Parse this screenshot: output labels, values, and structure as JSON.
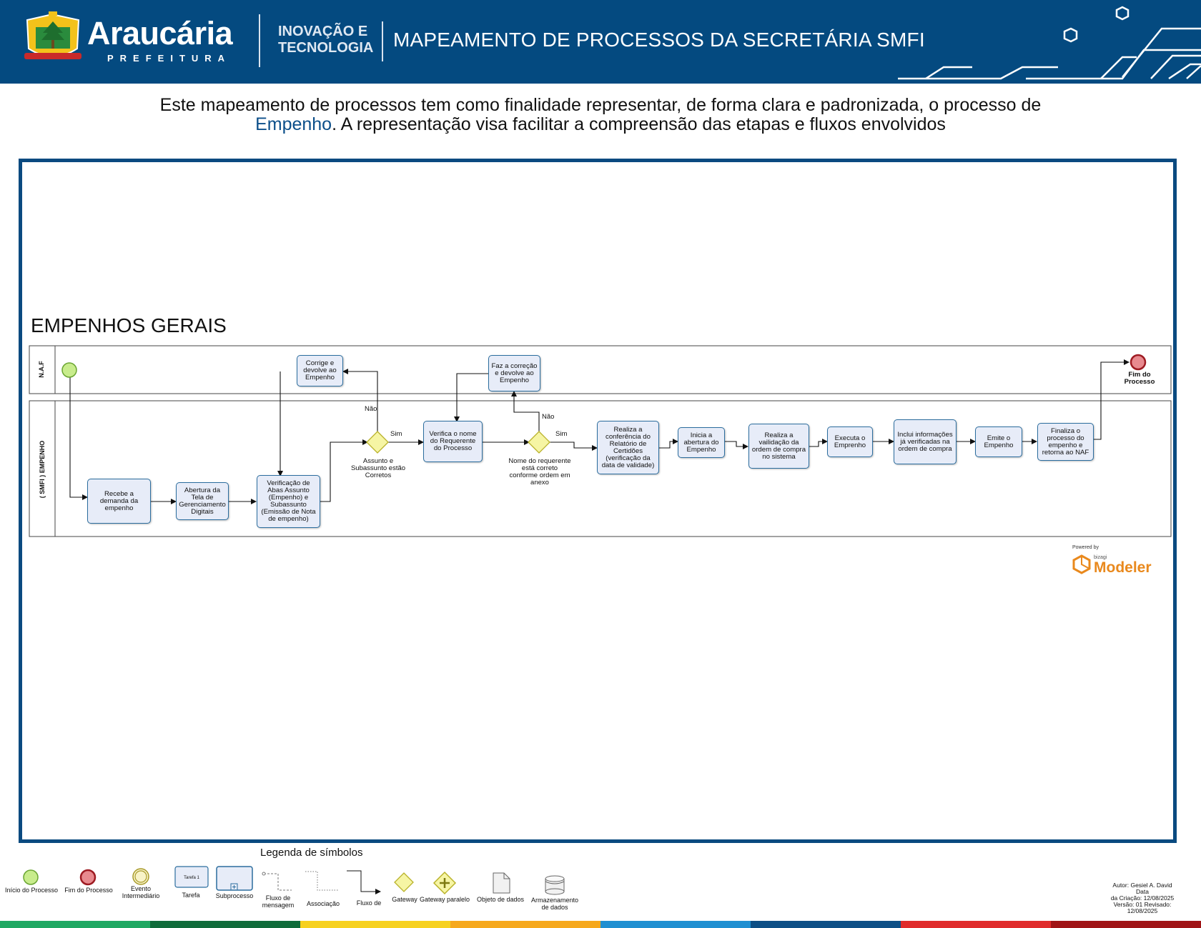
{
  "header": {
    "brand_name": "Araucária",
    "brand_sub": "PREFEITURA",
    "unit_line1": "INOVAÇÃO E",
    "unit_line2": "TECNOLOGIA",
    "title": "MAPEAMENTO DE PROCESSOS DA SECRETÁRIA SMFI"
  },
  "intro": {
    "line1": "Este mapeamento de processos tem como finalidade representar, de forma clara e padronizada, o processo de",
    "highlight": "Empenho",
    "line2_rest": ". A representação visa facilitar a compreensão das etapas e fluxos envolvidos"
  },
  "pool": {
    "title": "EMPENHOS GERAIS",
    "lanes": [
      "N.A.F",
      "( SMFI ) EMPENHO"
    ]
  },
  "tasks": {
    "recebe": "Recebe a demanda da empenho",
    "abertura_tela": "Abertura da Tela de Gerenciamento Digitais",
    "verificacao_abas": "Verificação de Abas Assunto (Empenho) e Subassunto (Emissão de Nota de empenho)",
    "corrige": "Corrige e devolve ao Empenho",
    "verifica_nome": "Verifica o nome do Requerente do Processo",
    "faz_correcao": "Faz a correção e devolve ao Empenho",
    "conferencia": "Realiza a conferência do Relatório de Certidões (verificação da data de validade)",
    "inicia_abertura": "Inicia a abertura do Empenho",
    "validacao": "Realiza a vailidação da ordem de compra no sistema",
    "executa": "Executa o Emprenho",
    "inclui": "Inclui informações já verificadas na ordem de compra",
    "emite": "Emite o Empenho",
    "finaliza": "Finaliza o processo do empenho e retorna ao NAF"
  },
  "gateways": {
    "g1_label": "Assunto e Subassunto estão Corretos",
    "g2_label": "Nome do requerente está correto conforme ordem em anexo",
    "yes": "Sim",
    "no": "Não"
  },
  "end_event": "Fim do Processo",
  "branding": {
    "powered_by": "Powered by",
    "bizagi": "bizagi",
    "modeler": "Modeler"
  },
  "legend": {
    "title": "Legenda de símbolos",
    "items": {
      "start": "Início do Processo",
      "end": "Fim do Processo",
      "intermediate": "Evento Intermediário",
      "task": "Tarefa",
      "task_inner": "Tarefa 1",
      "subprocess": "Subprocesso",
      "message_flow": "Fluxo de mensagem",
      "association": "Associação",
      "sequence_flow": "Fluxo de",
      "gateway": "Gateway",
      "parallel_gateway": "Gateway paralelo",
      "data_object": "Objeto de dados",
      "data_store": "Armazenamento de dados"
    }
  },
  "author": {
    "line1": "Autor: Gesiel A. David Data",
    "line2": "da Criação: 12/08/2025",
    "line3": "Versão: 01 Revisado:",
    "line4": "12/08/2025"
  },
  "colors": {
    "header_bg": "#044a80",
    "frame": "#0a4a80",
    "task_fill": "#e7ecf8",
    "task_border": "#2b6d9e",
    "start_event": "#c8ec8c",
    "end_event": "#e88a8f",
    "gateway": "#f6f5a4",
    "bottom_bar": [
      "#1fa862",
      "#0f6b3a",
      "#f7d11f",
      "#f6a81c",
      "#1f8fd1",
      "#0d4f86",
      "#e02b2b",
      "#a01416"
    ]
  }
}
